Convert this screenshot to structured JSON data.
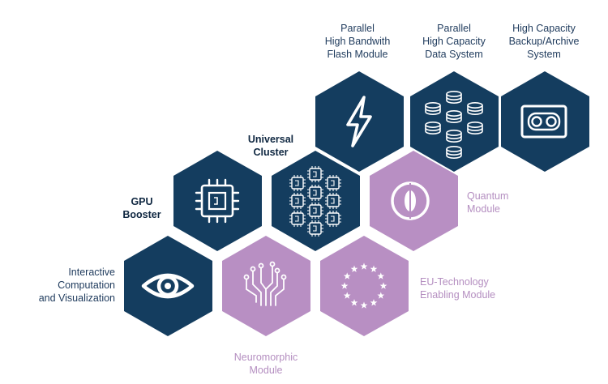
{
  "colors": {
    "navy": "#143d5f",
    "purple": "#b88fc3",
    "navy_text": "#1e3a5c",
    "purple_text": "#b48ec0"
  },
  "modules": [
    {
      "id": "interactive",
      "name_lines": [
        "Interactive",
        "Computation",
        "and Visualization"
      ],
      "icon": "eye-icon",
      "color": "navy"
    },
    {
      "id": "neuromorphic",
      "name_lines": [
        "Neuromorphic",
        "Module"
      ],
      "icon": "neural-circuit-icon",
      "color": "purple"
    },
    {
      "id": "eu-technology",
      "name_lines": [
        "EU-Technology",
        "Enabling Module"
      ],
      "icon": "eu-stars-icon",
      "color": "purple"
    },
    {
      "id": "gpu-booster",
      "name_lines": [
        "GPU",
        "Booster"
      ],
      "icon": "chip-icon",
      "color": "navy"
    },
    {
      "id": "universal-cluster",
      "name_lines": [
        "Universal",
        "Cluster"
      ],
      "icon": "multi-chip-icon",
      "color": "navy"
    },
    {
      "id": "quantum",
      "name_lines": [
        "Quantum",
        "Module"
      ],
      "icon": "qubit-sphere-icon",
      "color": "purple"
    },
    {
      "id": "flash-module",
      "name_lines": [
        "Parallel",
        "High Bandwith",
        "Flash Module"
      ],
      "icon": "lightning-icon",
      "color": "navy"
    },
    {
      "id": "data-system",
      "name_lines": [
        "Parallel",
        "High Capacity",
        "Data System"
      ],
      "icon": "database-stack-icon",
      "color": "navy"
    },
    {
      "id": "archive",
      "name_lines": [
        "High Capacity",
        "Backup/Archive",
        "System"
      ],
      "icon": "tape-cassette-icon",
      "color": "navy"
    }
  ]
}
